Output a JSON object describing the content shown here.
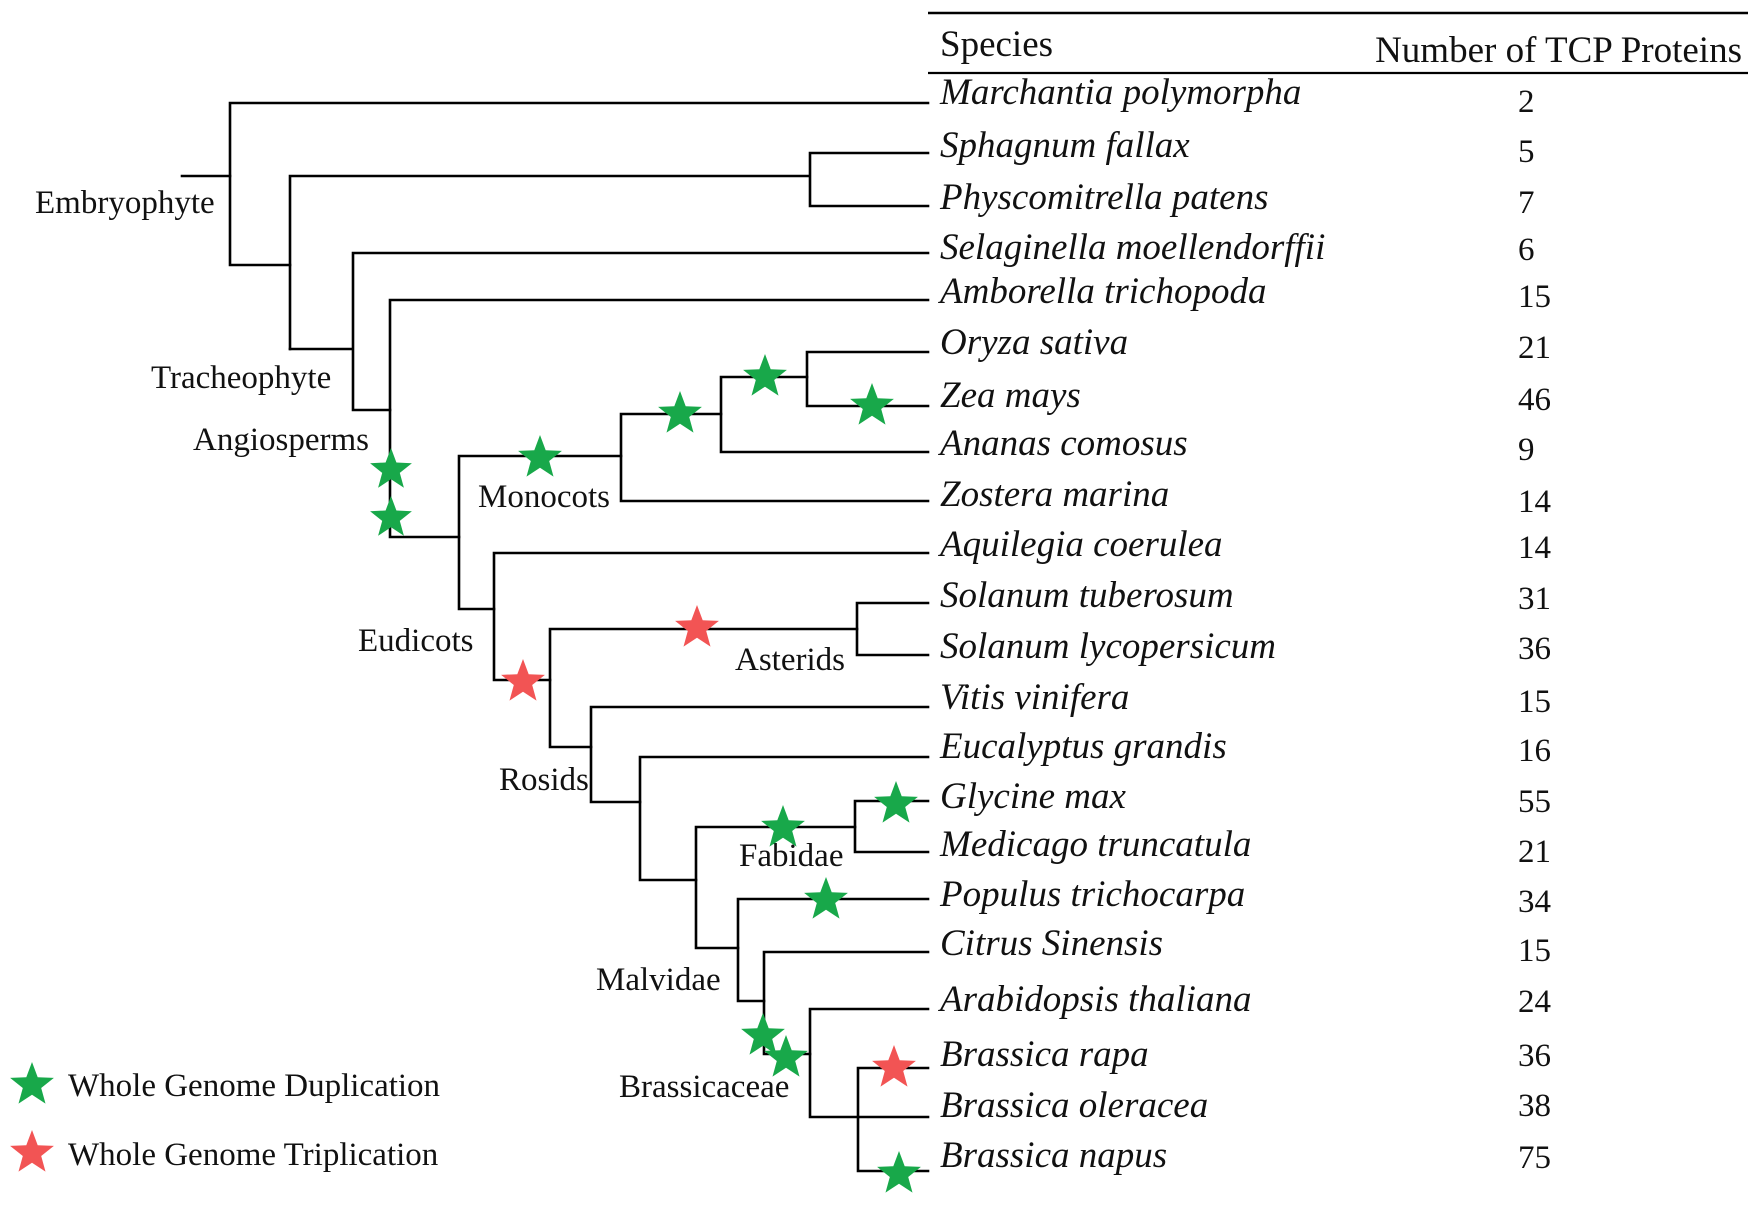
{
  "header": {
    "species_label": "Species",
    "count_label": "Number of TCP Proteins"
  },
  "species": [
    {
      "name": "Marchantia polymorpha",
      "count": "2"
    },
    {
      "name": "Sphagnum fallax",
      "count": "5"
    },
    {
      "name": "Physcomitrella patens",
      "count": "7"
    },
    {
      "name": "Selaginella moellendorffii",
      "count": "6"
    },
    {
      "name": "Amborella trichopoda",
      "count": "15"
    },
    {
      "name": "Oryza sativa",
      "count": "21"
    },
    {
      "name": "Zea mays",
      "count": "46"
    },
    {
      "name": "Ananas comosus",
      "count": "9"
    },
    {
      "name": "Zostera marina",
      "count": "14"
    },
    {
      "name": "Aquilegia coerulea",
      "count": "14"
    },
    {
      "name": "Solanum tuberosum",
      "count": "31"
    },
    {
      "name": "Solanum lycopersicum",
      "count": "36"
    },
    {
      "name": "Vitis vinifera",
      "count": "15"
    },
    {
      "name": "Eucalyptus grandis",
      "count": "16"
    },
    {
      "name": "Glycine max",
      "count": "55"
    },
    {
      "name": "Medicago truncatula",
      "count": "21"
    },
    {
      "name": "Populus trichocarpa",
      "count": "34"
    },
    {
      "name": "Citrus Sinensis",
      "count": "15"
    },
    {
      "name": "Arabidopsis thaliana",
      "count": "24"
    },
    {
      "name": "Brassica rapa",
      "count": "36"
    },
    {
      "name": "Brassica oleracea",
      "count": "38"
    },
    {
      "name": "Brassica napus",
      "count": "75"
    }
  ],
  "clades": {
    "embryophyte": "Embryophyte",
    "tracheophyte": "Tracheophyte",
    "angiosperms": "Angiosperms",
    "monocots": "Monocots",
    "eudicots": "Eudicots",
    "asterids": "Asterids",
    "rosids": "Rosids",
    "fabidae": "Fabidae",
    "malvidae": "Malvidae",
    "brassicaceae": "Brassicaceae"
  },
  "legend": {
    "duplication": "Whole Genome Duplication",
    "triplication": "Whole Genome Triplication"
  },
  "colors": {
    "duplication": "#18a84a",
    "triplication": "#f25454",
    "branch": "#000000"
  },
  "icons": {
    "duplication": "star-icon",
    "triplication": "star-icon"
  }
}
